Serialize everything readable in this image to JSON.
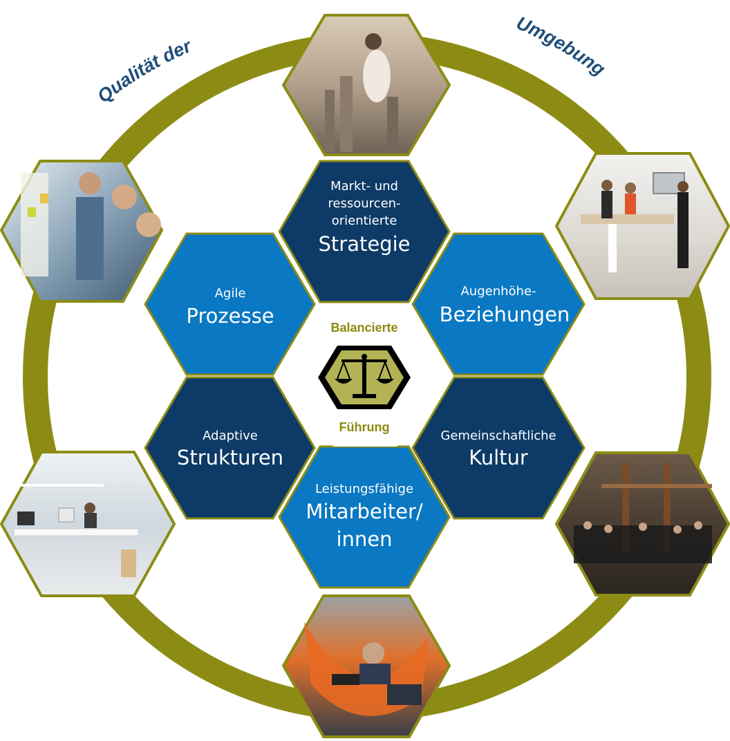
{
  "diagram": {
    "arc_left": "Qualität der",
    "arc_right": "Umgebung",
    "center_top": "Balancierte",
    "center_bottom": "Führung",
    "colors": {
      "ring": "#8c8c14",
      "dark_blue": "#0d3a66",
      "mid_blue": "#0a78c2",
      "outline": "#8c8c14",
      "title_blue": "#1f4e79"
    },
    "icons": {
      "center": "scales-icon"
    },
    "hex": {
      "strategie": {
        "line1": "Markt- und",
        "line2": "ressourcen-",
        "line3": "orientierte",
        "big": "Strategie"
      },
      "prozesse": {
        "small": "Agile",
        "big": "Prozesse"
      },
      "beziehungen": {
        "small": "Augenhöhe-",
        "big": "Beziehungen"
      },
      "strukturen": {
        "small": "Adaptive",
        "big": "Strukturen"
      },
      "kultur": {
        "small": "Gemeinschaftliche",
        "big": "Kultur"
      },
      "mitarbeiter": {
        "small": "Leistungsfähige",
        "big1": "Mitarbeiter/",
        "big2": "innen"
      }
    }
  }
}
